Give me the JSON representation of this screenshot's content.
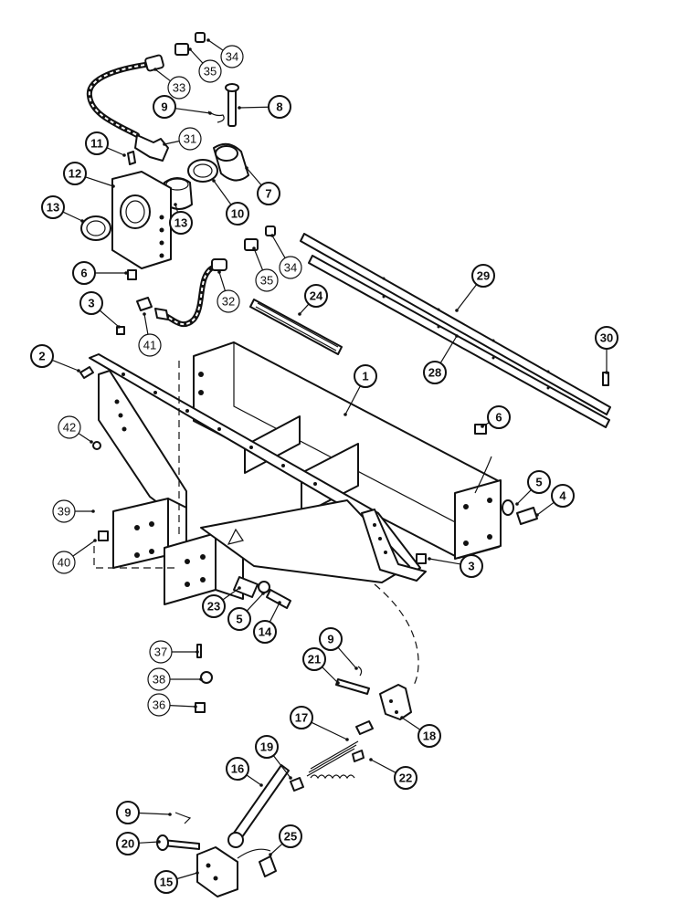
{
  "callouts": [
    {
      "id": "c34a",
      "label": "34",
      "style": "dim"
    },
    {
      "id": "c35a",
      "label": "35",
      "style": "dim"
    },
    {
      "id": "c33",
      "label": "33",
      "style": "dim"
    },
    {
      "id": "c9a",
      "label": "9",
      "style": "solid"
    },
    {
      "id": "c8",
      "label": "8",
      "style": "solid"
    },
    {
      "id": "c11",
      "label": "11",
      "style": "solid"
    },
    {
      "id": "c31",
      "label": "31",
      "style": "dim"
    },
    {
      "id": "c12",
      "label": "12",
      "style": "solid"
    },
    {
      "id": "c13a",
      "label": "13",
      "style": "solid"
    },
    {
      "id": "c13b",
      "label": "13",
      "style": "solid"
    },
    {
      "id": "c10",
      "label": "10",
      "style": "solid"
    },
    {
      "id": "c7",
      "label": "7",
      "style": "solid"
    },
    {
      "id": "c6a",
      "label": "6",
      "style": "solid"
    },
    {
      "id": "c35b",
      "label": "35",
      "style": "dim"
    },
    {
      "id": "c34b",
      "label": "34",
      "style": "dim"
    },
    {
      "id": "c32",
      "label": "32",
      "style": "dim"
    },
    {
      "id": "c24",
      "label": "24",
      "style": "solid"
    },
    {
      "id": "c29",
      "label": "29",
      "style": "solid"
    },
    {
      "id": "c3a",
      "label": "3",
      "style": "solid"
    },
    {
      "id": "c41",
      "label": "41",
      "style": "dim"
    },
    {
      "id": "c30",
      "label": "30",
      "style": "solid"
    },
    {
      "id": "c28",
      "label": "28",
      "style": "solid"
    },
    {
      "id": "c2",
      "label": "2",
      "style": "solid"
    },
    {
      "id": "c1",
      "label": "1",
      "style": "solid"
    },
    {
      "id": "c42",
      "label": "42",
      "style": "dim"
    },
    {
      "id": "c6b",
      "label": "6",
      "style": "solid"
    },
    {
      "id": "c5a",
      "label": "5",
      "style": "solid"
    },
    {
      "id": "c4",
      "label": "4",
      "style": "solid"
    },
    {
      "id": "c39",
      "label": "39",
      "style": "dim"
    },
    {
      "id": "c40",
      "label": "40",
      "style": "dim"
    },
    {
      "id": "c3b",
      "label": "3",
      "style": "solid"
    },
    {
      "id": "c23",
      "label": "23",
      "style": "solid"
    },
    {
      "id": "c5b",
      "label": "5",
      "style": "solid"
    },
    {
      "id": "c14",
      "label": "14",
      "style": "solid"
    },
    {
      "id": "c37",
      "label": "37",
      "style": "dim"
    },
    {
      "id": "c9b",
      "label": "9",
      "style": "solid"
    },
    {
      "id": "c21",
      "label": "21",
      "style": "solid"
    },
    {
      "id": "c38",
      "label": "38",
      "style": "dim"
    },
    {
      "id": "c36",
      "label": "36",
      "style": "dim"
    },
    {
      "id": "c18",
      "label": "18",
      "style": "solid"
    },
    {
      "id": "c17",
      "label": "17",
      "style": "solid"
    },
    {
      "id": "c19",
      "label": "19",
      "style": "solid"
    },
    {
      "id": "c16",
      "label": "16",
      "style": "solid"
    },
    {
      "id": "c22",
      "label": "22",
      "style": "solid"
    },
    {
      "id": "c9c",
      "label": "9",
      "style": "solid"
    },
    {
      "id": "c20",
      "label": "20",
      "style": "solid"
    },
    {
      "id": "c25",
      "label": "25",
      "style": "solid"
    },
    {
      "id": "c15",
      "label": "15",
      "style": "solid"
    }
  ]
}
